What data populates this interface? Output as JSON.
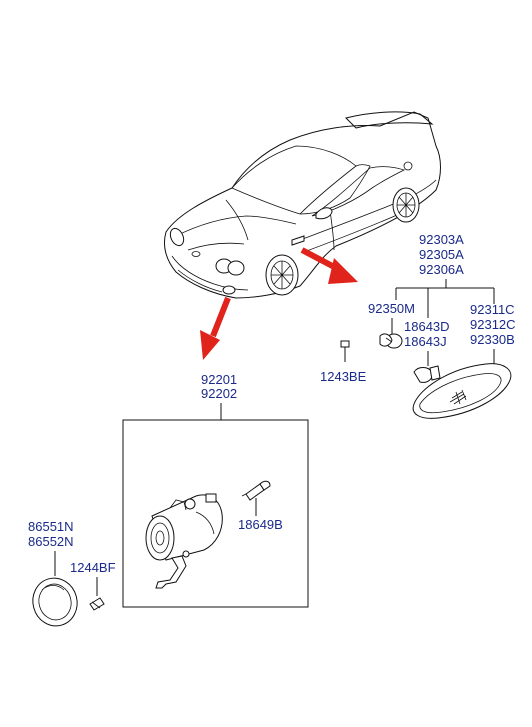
{
  "diagram": {
    "labels": {
      "fog_lamp_assy_1": "92201",
      "fog_lamp_assy_2": "92202",
      "bulb_fog": "18649B",
      "cover_1": "86551N",
      "cover_2": "86552N",
      "screw_fog": "1244BF",
      "side_repeater_1": "92303A",
      "side_repeater_2": "92305A",
      "side_repeater_3": "92306A",
      "socket": "92350M",
      "bulb_side_1": "18643D",
      "bulb_side_2": "18643J",
      "lens_1": "92311C",
      "lens_2": "92312C",
      "lens_3": "92330B",
      "screw_side": "1243BE"
    },
    "arrow_color": "#e0241b",
    "label_color": "#1a2a8a"
  }
}
